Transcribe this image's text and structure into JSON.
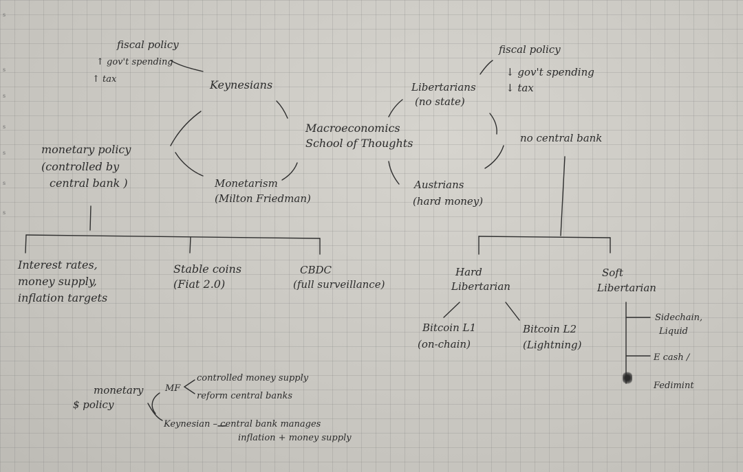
{
  "center": {
    "line1": "Macroeconomics",
    "line2": "School of Thoughts"
  },
  "keynesians": {
    "label": "Keynesians",
    "fiscal": {
      "title": "fiscal policy",
      "line1": "↑ gov't spending",
      "line2": "↑ tax"
    },
    "monetary": {
      "line1": "monetary policy",
      "line2": "(controlled by",
      "line3": "central bank )"
    },
    "branches": [
      {
        "line1": "Interest rates,",
        "line2": "money supply,",
        "line3": "inflation targets"
      },
      {
        "line1": "Stable coins",
        "line2": "(Fiat 2.0)"
      },
      {
        "line1": "CBDC",
        "line2": "(full surveillance)"
      }
    ]
  },
  "monetarism": {
    "line1": "Monetarism",
    "line2": "(Milton Friedman)"
  },
  "libertarians": {
    "label": "Libertarians",
    "note": "(no state)",
    "fiscal": {
      "title": "fiscal policy",
      "line1": "↓ gov't spending",
      "line2": "↓ tax"
    },
    "central_bank": "no central bank"
  },
  "austrians": {
    "line1": "Austrians",
    "line2": "(hard money)"
  },
  "hard_libertarian": {
    "line1": "Hard",
    "line2": "Libertarian",
    "children": [
      {
        "line1": "Bitcoin L1",
        "line2": "(on-chain)"
      },
      {
        "line1": "Bitcoin L2",
        "line2": "(Lightning)"
      }
    ]
  },
  "soft_libertarian": {
    "line1": "Soft",
    "line2": "Libertarian",
    "children": [
      "Sidechain,",
      "Liquid",
      "E cash /",
      "Fedimint"
    ]
  },
  "monetary_note": {
    "label_line1": "monetary",
    "label_line2": "$  policy",
    "mf": "MF",
    "mf_line1": "controlled money supply",
    "mf_line2": "reform central banks",
    "keynesian_line1": "Keynesian  –  central bank manages",
    "keynesian_line2": "inflation + money supply"
  },
  "margin": [
    "s",
    "s",
    "s",
    "s",
    "s",
    "s",
    "s"
  ]
}
